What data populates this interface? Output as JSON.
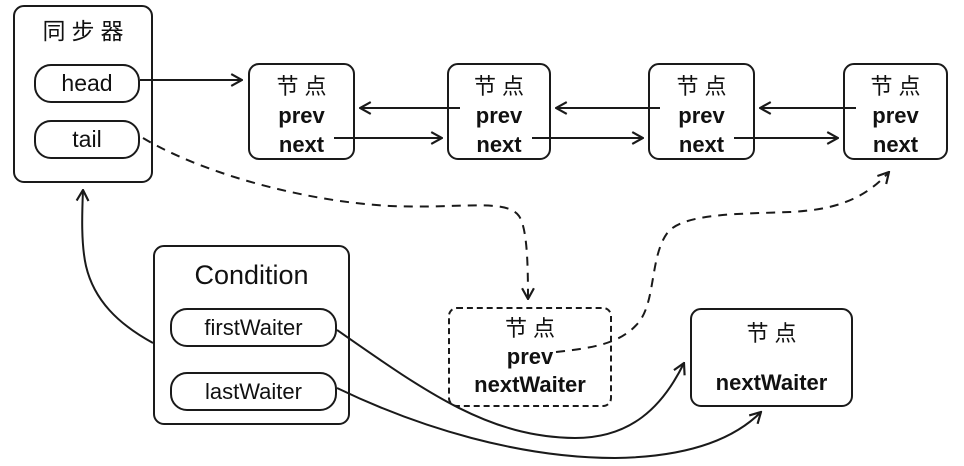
{
  "synchronizer": {
    "title": "同步器",
    "head_label": "head",
    "tail_label": "tail"
  },
  "queue_nodes": [
    {
      "title": "节点",
      "prev_label": "prev",
      "next_label": "next"
    },
    {
      "title": "节点",
      "prev_label": "prev",
      "next_label": "next"
    },
    {
      "title": "节点",
      "prev_label": "prev",
      "next_label": "next"
    },
    {
      "title": "节点",
      "prev_label": "prev",
      "next_label": "next"
    }
  ],
  "condition": {
    "title": "Condition",
    "first_waiter_label": "firstWaiter",
    "last_waiter_label": "lastWaiter"
  },
  "transferring_node": {
    "title": "节点",
    "prev_label": "prev",
    "next_waiter_label": "nextWaiter"
  },
  "waiting_node": {
    "title": "节点",
    "next_waiter_label": "nextWaiter"
  },
  "colors": {
    "stroke": "#1a1a1a",
    "background": "#ffffff"
  }
}
